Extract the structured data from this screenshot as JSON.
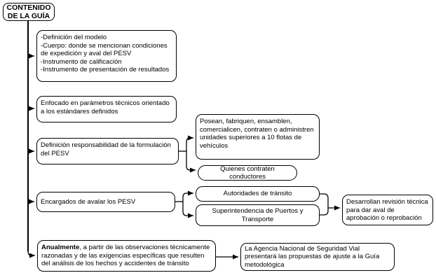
{
  "diagram": {
    "title": "CONTENIDO\nDE LA GUÍA",
    "nodes": {
      "contents": "-Definición del modelo\n-Cuerpo: donde se mencionan condiciones de expedición y aval del PESV\n-Instrumento de calificación\n-Instrumento de presentación de resultados",
      "enfoque": "Enfocado en parámetros técnicos orientado a los estándares definidos",
      "responsabilidad": "Definición responsabilidad de la formulación del PESV",
      "posean": "Posean, fabriquen, ensamblen, comercialicen, contraten o administren unidades superiores a 10 flotas de vehículos",
      "quienes": "Quienes contraten conductores",
      "encargados": "Encargados de avalar los PESV",
      "autoridades": "Autoridades de tránsito",
      "superintendencia": "Superintendencia de Puertos y Transporte",
      "desarrollan": "Desarrollan revisión técnica para dar aval de aprobación o reprobación",
      "anualmente_bold": "Anualmente",
      "anualmente_rest": ", a partir de las observaciones técnicamente razonadas y de las exigencias específicas que resulten del análisis de los hechos y accidentes de tránsito",
      "agencia": "La Agencia Nacional de Seguridad Vial presentará las propuestas de ajuste a la Guía metodológica"
    },
    "colors": {
      "line": "#000000",
      "background": "#ffffff"
    }
  }
}
